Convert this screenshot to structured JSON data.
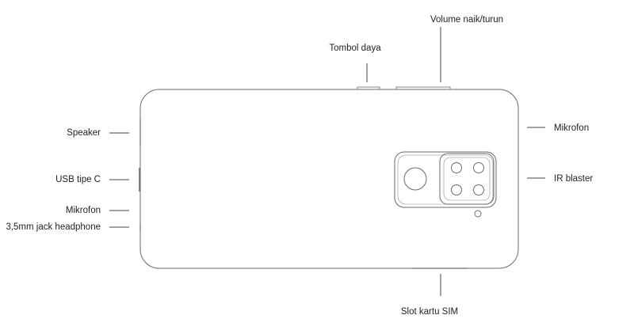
{
  "labels": {
    "power_button": "Tombol daya",
    "volume": "Volume naik/turun",
    "speaker": "Speaker",
    "usb": "USB tipe C",
    "mic_left": "Mikrofon",
    "jack": "3,5mm jack headphone",
    "mic_right": "Mikrofon",
    "ir_blaster": "IR blaster",
    "sim_slot": "Slot kartu SIM"
  },
  "colors": {
    "outline": "#555555",
    "leader_line": "#444444",
    "text": "#222222"
  }
}
